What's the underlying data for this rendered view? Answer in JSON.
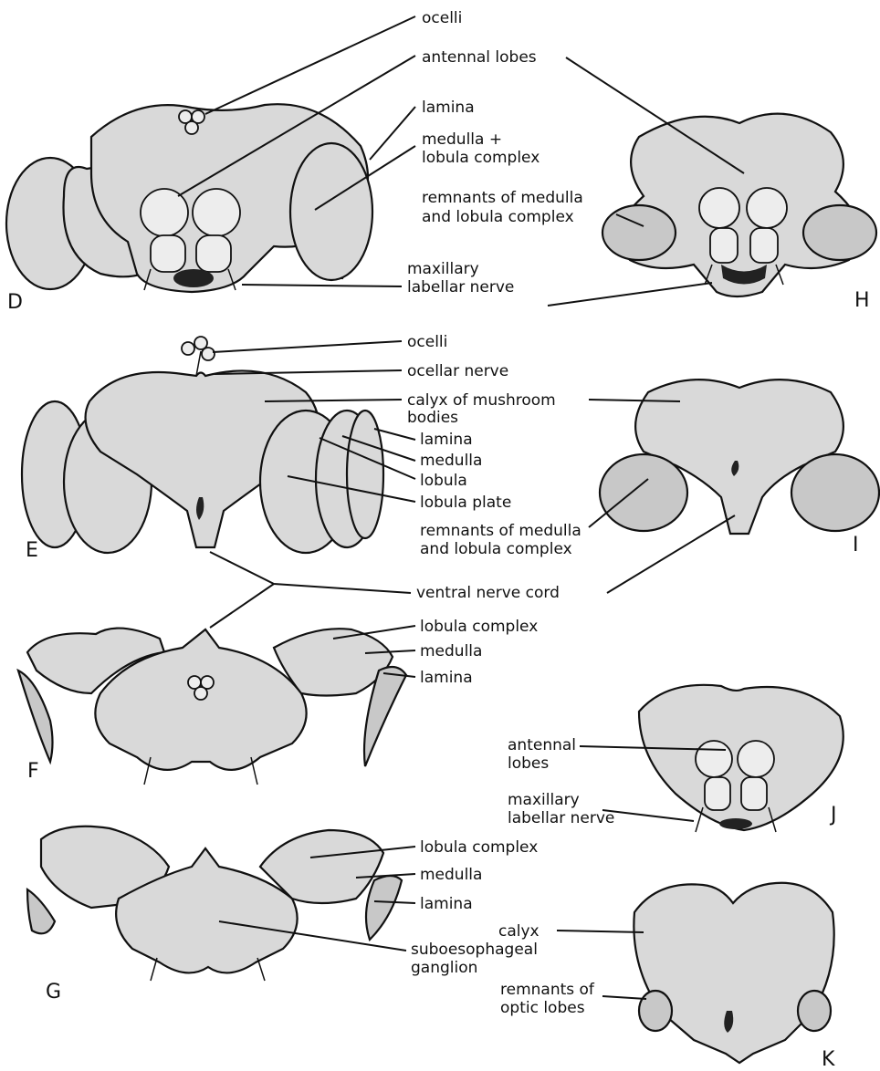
{
  "panels": {
    "D": "D",
    "E": "E",
    "F": "F",
    "G": "G",
    "H": "H",
    "I": "I",
    "J": "J",
    "K": "K"
  },
  "labels": {
    "ocelli_1": "ocelli",
    "antennal_lobes_1": "antennal lobes",
    "lamina_1": "lamina",
    "medulla_lobula_1a": "medulla +",
    "medulla_lobula_1b": "lobula complex",
    "remnants_1a": "remnants of medulla",
    "remnants_1b": "and lobula complex",
    "maxillary_1a": "maxillary",
    "maxillary_1b": "labellar  nerve",
    "ocelli_2": "ocelli",
    "ocellar_nerve": "ocellar nerve",
    "calyx_mush_a": "calyx of mushroom",
    "calyx_mush_b": "bodies",
    "lamina_2": "lamina",
    "medulla_2": "medulla",
    "lobula_2": "lobula",
    "lobula_plate": "lobula plate",
    "remnants_2a": "remnants of medulla",
    "remnants_2b": "and lobula complex",
    "ventral_nerve_cord": "ventral nerve cord",
    "lobula_complex_3": "lobula complex",
    "medulla_3": "medulla",
    "lamina_3": "lamina",
    "antennal_lobes_2a": "antennal",
    "antennal_lobes_2b": "lobes",
    "maxillary_2a": "maxillary",
    "maxillary_2b": "labellar nerve",
    "lobula_complex_4": "lobula complex",
    "medulla_4": "medulla",
    "lamina_4": "lamina",
    "calyx_k": "calyx",
    "subesophageal_a": "suboesophageal",
    "subesophageal_b": "ganglion",
    "remnants_optic_a": "remnants of",
    "remnants_optic_b": "optic lobes"
  }
}
